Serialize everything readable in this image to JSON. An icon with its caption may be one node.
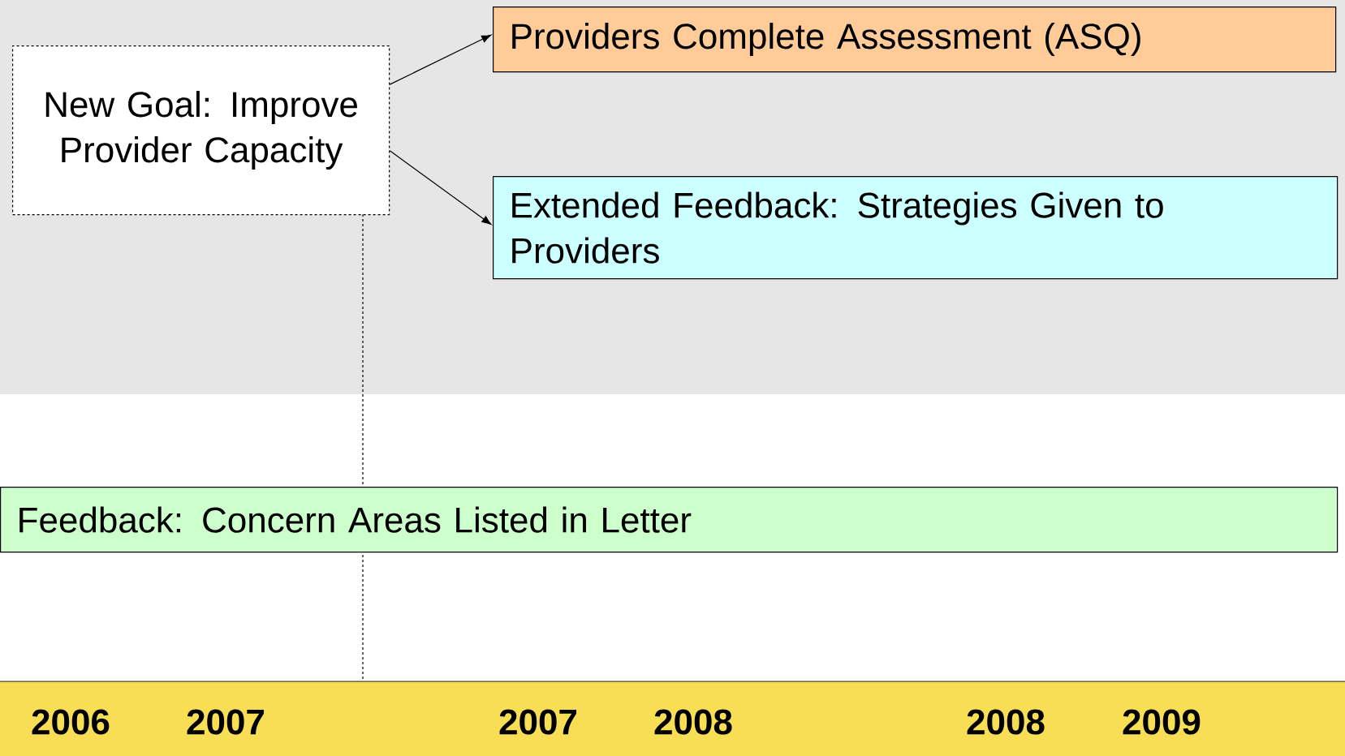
{
  "diagram": {
    "nodes": [
      {
        "text": [
          "New Goal: Improve Provider Capacity"
        ]
      },
      {
        "text": [
          "Providers Complete Assessment (ASQ)"
        ]
      },
      {
        "text": [
          "Extended Feedback:  Strategies Given to Providers"
        ]
      },
      {
        "text": [
          "Feedback:  Concern Areas Listed in Letter"
        ]
      }
    ],
    "edges": [
      {
        "from": 0,
        "to": 1,
        "arrow": "to"
      },
      {
        "from": 0,
        "to": 2,
        "arrow": "to"
      }
    ],
    "labels": [
      "2006",
      "2007",
      "2007",
      "2008",
      "2008",
      "2009"
    ]
  }
}
